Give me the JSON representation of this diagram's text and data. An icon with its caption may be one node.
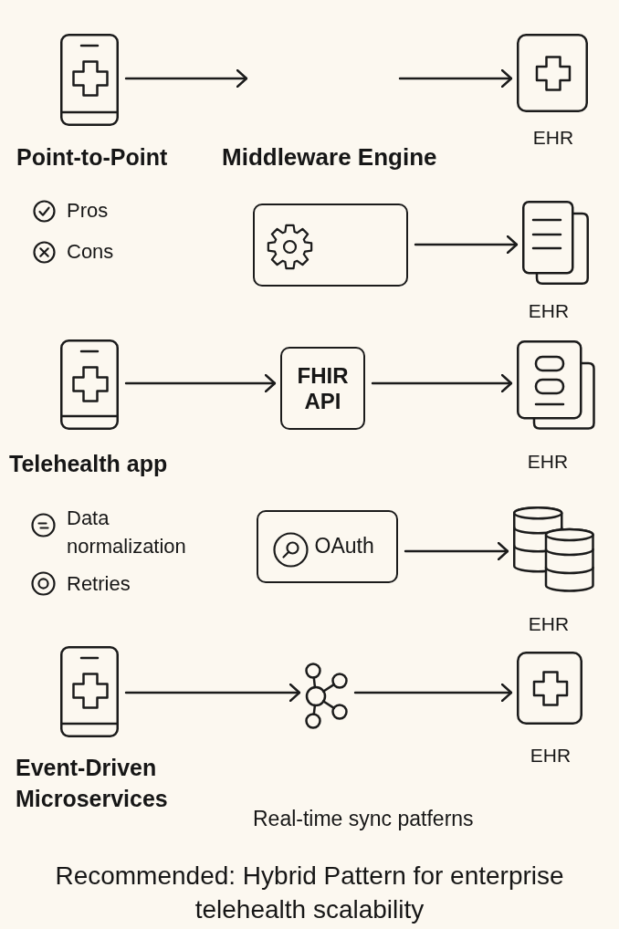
{
  "diagram": {
    "caption": "Recommended: Hybrid Pattern for enterprise telehealth scalability",
    "nodes": [
      {
        "text": [],
        "shape": "picture",
        "beside": [
          "Point-to-Point"
        ]
      },
      {
        "text": [],
        "shape": "picture",
        "beside": [
          "EHR"
        ]
      },
      {
        "text": [],
        "shape": "box"
      },
      {
        "text": [],
        "shape": "picture",
        "beside": [
          "EHR"
        ]
      },
      {
        "text": [],
        "shape": "picture",
        "beside": [
          "Telehealth app"
        ]
      },
      {
        "text": [
          "FHIR API"
        ]
      },
      {
        "text": [],
        "shape": "picture",
        "beside": [
          "EHR"
        ]
      },
      {
        "text": [
          "OAuth"
        ]
      },
      {
        "text": [],
        "shape": "cylinder",
        "beside": [
          "EHR"
        ]
      },
      {
        "text": [],
        "shape": "picture",
        "beside": [
          "Event-Driven Microservices"
        ]
      },
      {
        "text": [],
        "shape": "picture"
      },
      {
        "text": [],
        "shape": "picture",
        "beside": [
          "EHR"
        ]
      }
    ],
    "edges": [
      {
        "from": 0,
        "to": null,
        "arrow": "to"
      },
      {
        "from": null,
        "to": 1,
        "arrow": "to"
      },
      {
        "from": 2,
        "to": 3,
        "arrow": "to"
      },
      {
        "from": 4,
        "to": 5,
        "arrow": "to"
      },
      {
        "from": 5,
        "to": 6,
        "arrow": "to"
      },
      {
        "from": 7,
        "to": 8,
        "arrow": "to"
      },
      {
        "from": 9,
        "to": 10,
        "arrow": "to"
      },
      {
        "from": 10,
        "to": 11,
        "arrow": "to"
      }
    ],
    "labels": [
      "Middleware Engine",
      "Pros",
      "Cons",
      "Data normalization",
      "Retries",
      "Real-time sync patferns"
    ]
  }
}
